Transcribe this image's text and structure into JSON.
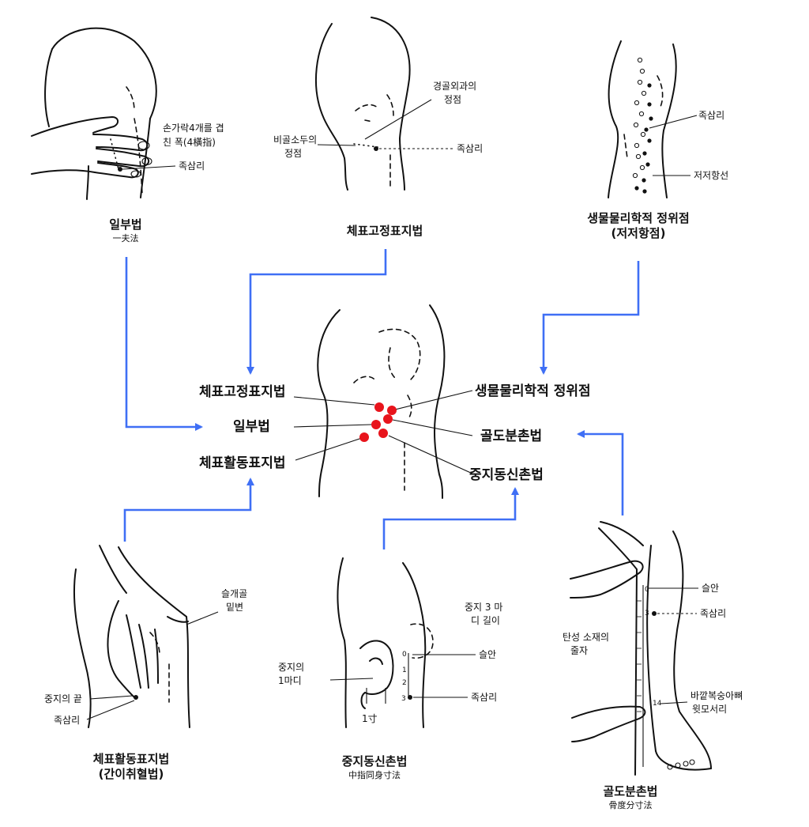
{
  "panels": {
    "ilbu": {
      "caption": "일부법",
      "subcaption": "一夫法",
      "label_width_l1": "손가락4개를 겹",
      "label_width_l2": "친 폭(4橫指)",
      "label_point": "족삼리"
    },
    "chepyo_fixed": {
      "caption": "체표고정표지법",
      "label_tibial_l1": "경골외과의",
      "label_tibial_l2": "정점",
      "label_fibular_l1": "비골소두의",
      "label_fibular_l2": "정점",
      "label_point": "족삼리"
    },
    "biophysics": {
      "caption_l1": "생물물리학적 정위점",
      "caption_l2": "(저저항점)",
      "label_point": "족삼리",
      "label_line": "저저항선"
    },
    "chepyo_active": {
      "caption_l1": "체표활동표지법",
      "caption_l2": "(간이취혈법)",
      "label_patella_l1": "슬개골",
      "label_patella_l2": "밑변",
      "label_tip": "중지의 끝",
      "label_point": "족삼리"
    },
    "middle_finger": {
      "caption": "중지동신촌법",
      "subcaption": "中指同身寸法",
      "label_length_l1": "중지 3 마",
      "label_length_l2": "디 길이",
      "label_knee": "슬안",
      "label_segment_l1": "중지의",
      "label_segment_l2": "1마디",
      "label_point": "족삼리",
      "unit_label": "1寸",
      "ticks": [
        "0",
        "1",
        "2",
        "3"
      ]
    },
    "bone_proportion": {
      "caption": "골도분촌법",
      "subcaption": "骨度分寸法",
      "label_knee": "슬안",
      "label_point": "족삼리",
      "label_tape_l1": "탄성 소재의",
      "label_tape_l2": "줄자",
      "label_ankle_l1": "바깥복숭아뼈",
      "label_ankle_l2": "윗모서리",
      "tick_top": "0",
      "tick_3": "3",
      "tick_14": "14"
    }
  },
  "center": {
    "label_fixed": "체표고정표지법",
    "label_bio": "생물물리학적 정위점",
    "label_ilbu": "일부법",
    "label_bone": "골도분촌법",
    "label_active": "체표활동표지법",
    "label_middle": "중지동신촌법",
    "points": [
      {
        "method": "fixed"
      },
      {
        "method": "bio"
      },
      {
        "method": "ilbu"
      },
      {
        "method": "bone"
      },
      {
        "method": "active"
      },
      {
        "method": "middle"
      }
    ]
  },
  "colors": {
    "arrow": "#3f6ff5",
    "acupoint": "#e8141c",
    "ink": "#111111"
  }
}
